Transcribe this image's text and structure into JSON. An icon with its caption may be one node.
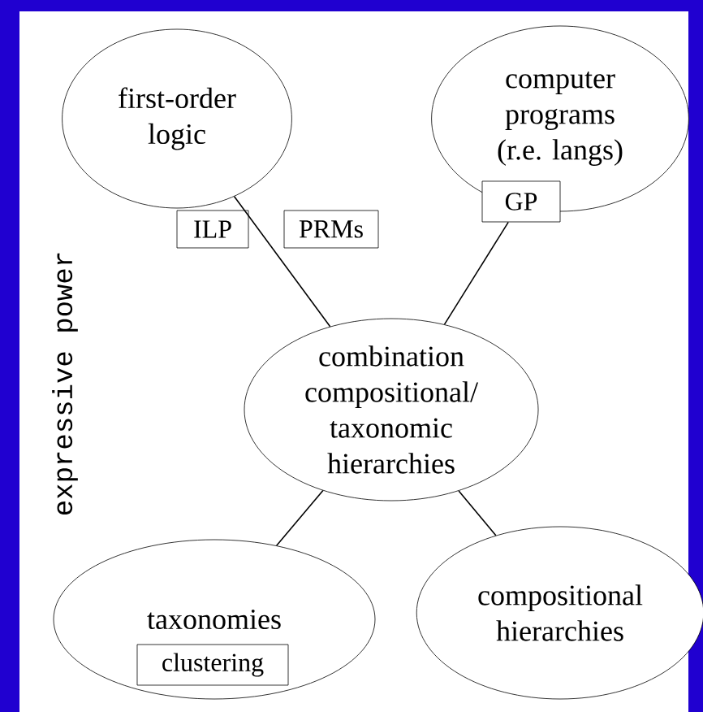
{
  "diagram": {
    "nodes": [
      {
        "text": [
          "first-order logic"
        ]
      },
      {
        "text": [
          "computer programs (r.e. langs)"
        ]
      },
      {
        "text": [
          "GP"
        ]
      },
      {
        "text": [
          "ILP"
        ]
      },
      {
        "text": [
          "PRMs"
        ]
      },
      {
        "text": [
          "combination compositional/ taxonomic hierarchies"
        ]
      },
      {
        "text": [
          "taxonomies"
        ]
      },
      {
        "text": [
          "clustering"
        ],
        "in": 6
      },
      {
        "text": [
          "compositional hierarchies"
        ]
      }
    ],
    "edges": [
      {
        "from": 0,
        "to": 5,
        "arrow": "none"
      },
      {
        "from": 2,
        "to": 5,
        "arrow": "none"
      },
      {
        "from": 5,
        "to": 6,
        "arrow": "none"
      },
      {
        "from": 5,
        "to": 8,
        "arrow": "none"
      }
    ],
    "labels": [
      "expressive power"
    ]
  }
}
